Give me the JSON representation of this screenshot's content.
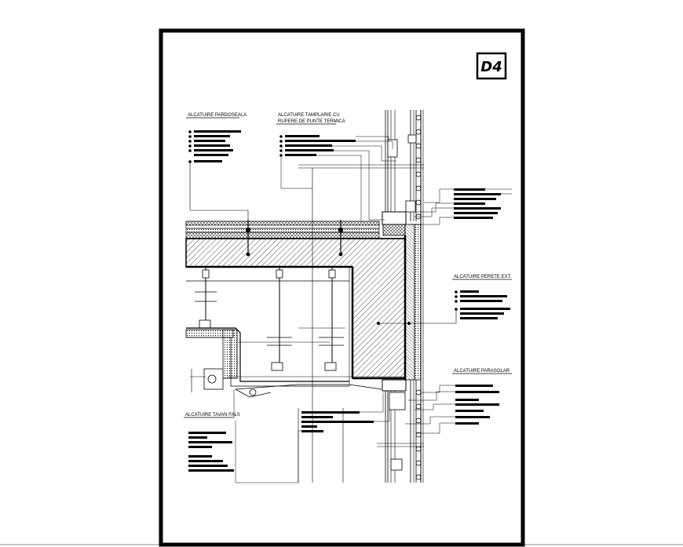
{
  "sheet": {
    "detail_id": "D4"
  },
  "callouts": {
    "pardoseala": {
      "title": "ALCATUIRE PARDOSEALA"
    },
    "tamplarie": {
      "title_line1": "ALCATUIRE TAMPLARIE CU",
      "title_line2": "RUPERE DE PUNTE TERMICA"
    },
    "perete_ext": {
      "title": "ALCATUIRE PERETE EXT."
    },
    "parasolar": {
      "title": "ALCATUIRE PARASOLAR"
    },
    "tavan_fals": {
      "title": "ALCATUIRE TAVAN FALS"
    }
  },
  "colors": {
    "ink": "#000000",
    "paper": "#ffffff",
    "hatch": "#000000"
  }
}
